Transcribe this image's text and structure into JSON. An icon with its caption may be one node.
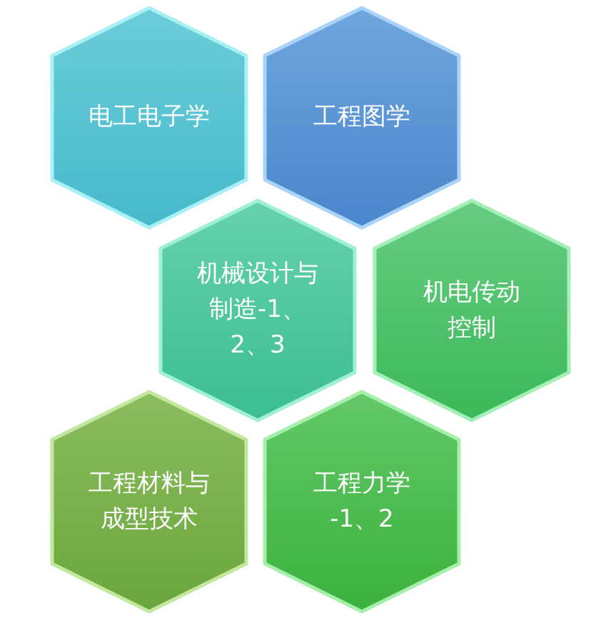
{
  "diagram": {
    "nodes": [
      {
        "text": [
          "电工电子学"
        ]
      },
      {
        "text": [
          "工程图学"
        ]
      },
      {
        "text": [
          "机械设计与制造-1、2、3"
        ]
      },
      {
        "text": [
          "机电传动控制"
        ]
      },
      {
        "text": [
          "工程材料与成型技术"
        ]
      },
      {
        "text": [
          "工程力学-1、2"
        ]
      }
    ]
  }
}
